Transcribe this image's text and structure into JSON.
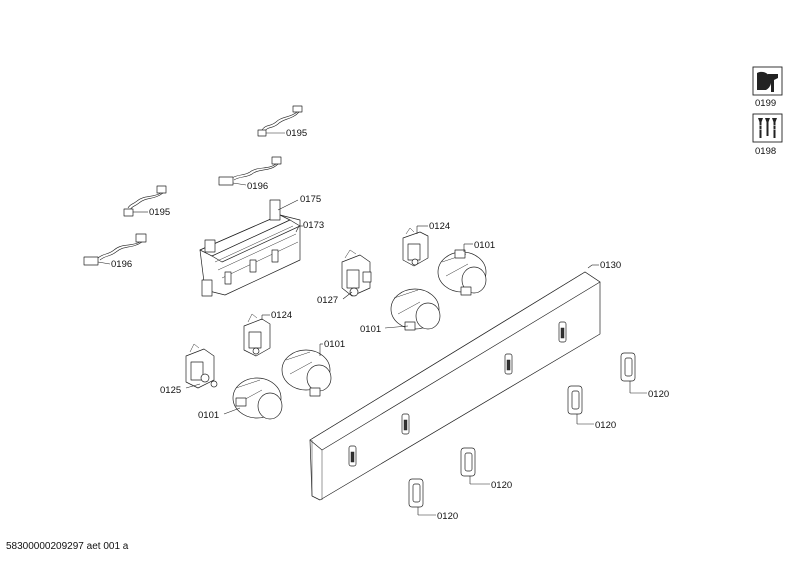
{
  "callouts": {
    "c0195a": "0195",
    "c0196a": "0196",
    "c0195b": "0195",
    "c0196b": "0196",
    "c0175": "0175",
    "c0173": "0173",
    "c0124a": "0124",
    "c0101a": "0101",
    "c0127": "0127",
    "c0101b": "0101",
    "c0130": "0130",
    "c0124b": "0124",
    "c0101c": "0101",
    "c0125": "0125",
    "c0101d": "0101",
    "c0120a": "0120",
    "c0120b": "0120",
    "c0120c": "0120",
    "c0120d": "0120"
  },
  "badges": {
    "tools": "0199",
    "screws": "0198"
  },
  "icons": {
    "tools": "wrench-screwdriver-icon",
    "screws": "screws-icon"
  },
  "footer": {
    "code": "58300000209297 aet 001 a"
  }
}
